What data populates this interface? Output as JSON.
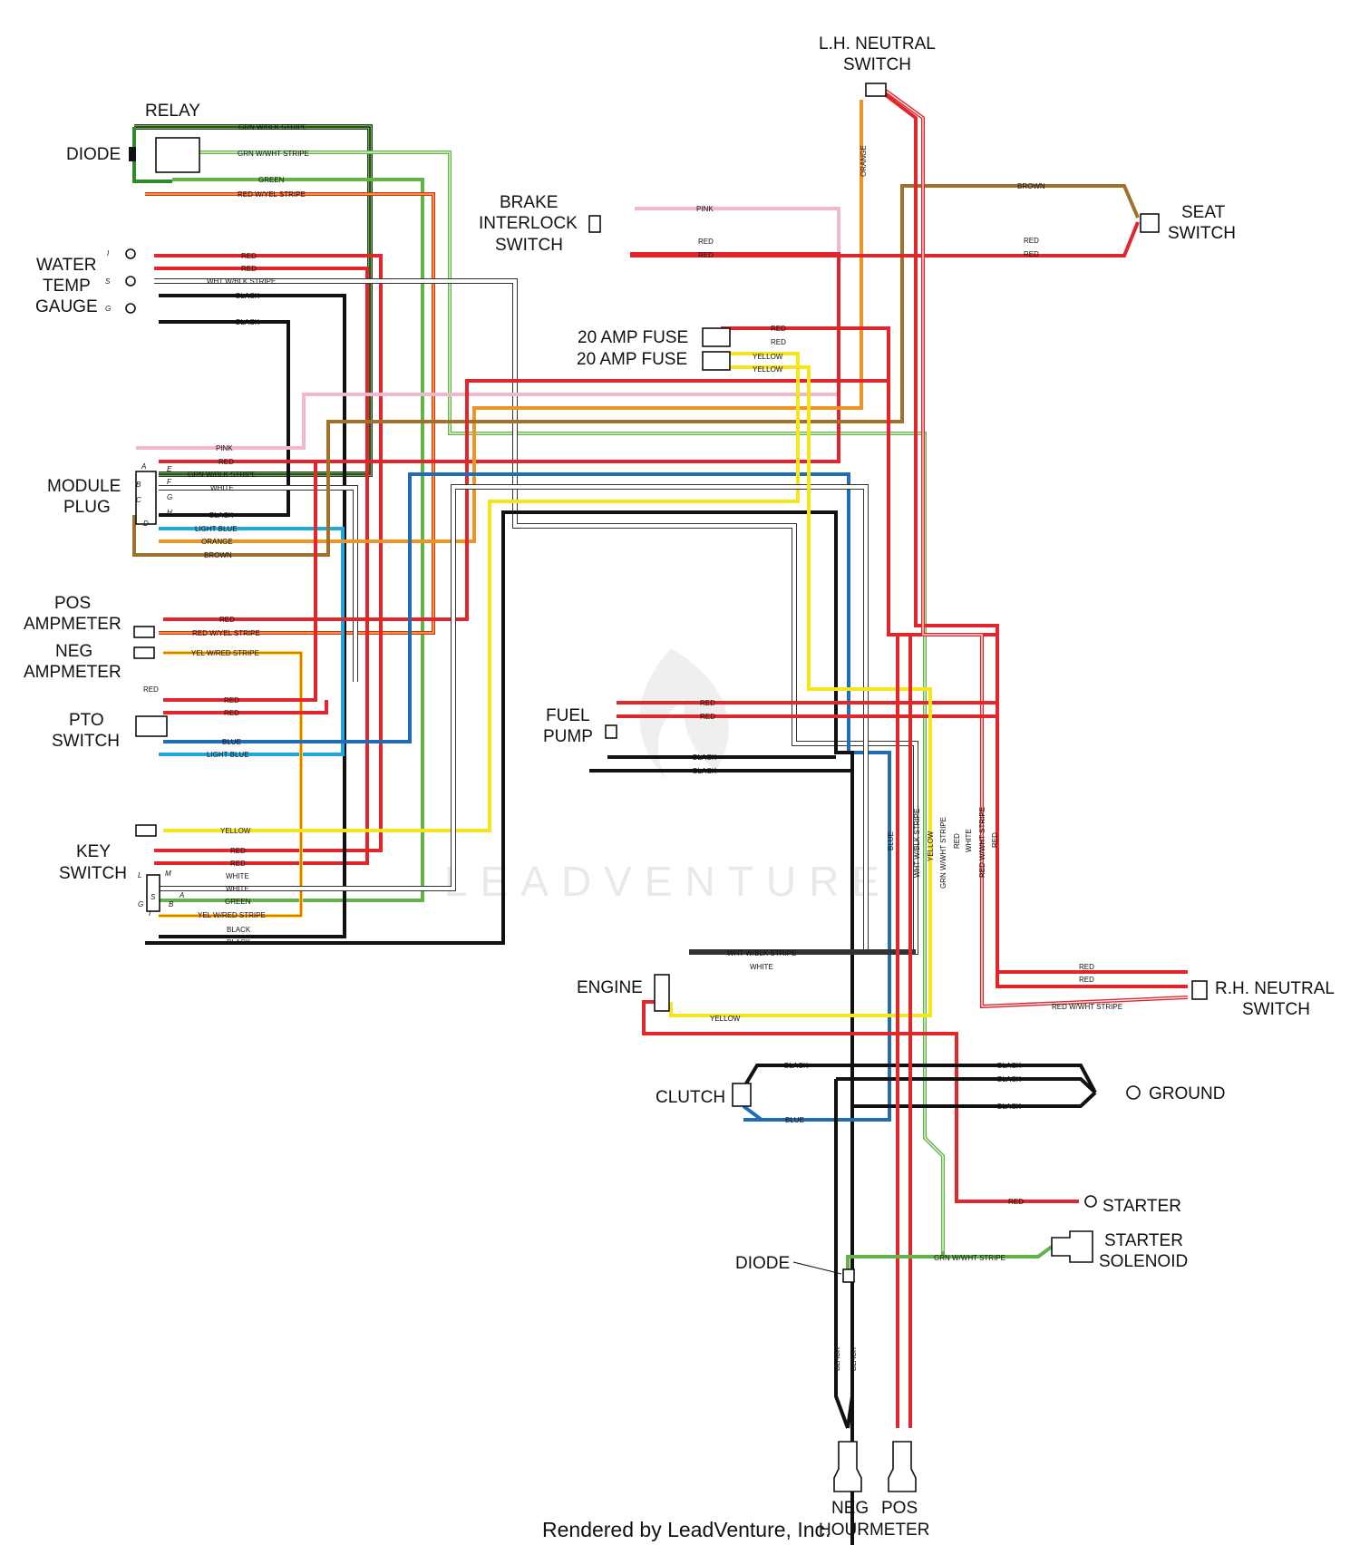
{
  "components": {
    "relay": "RELAY",
    "diode_relay": "DIODE",
    "water_temp_1": "WATER",
    "water_temp_2": "TEMP",
    "water_temp_3": "GAUGE",
    "module_plug_1": "MODULE",
    "module_plug_2": "PLUG",
    "pos_ammeter_1": "POS",
    "pos_ammeter_2": "AMPMETER",
    "neg_ammeter_1": "NEG",
    "neg_ammeter_2": "AMPMETER",
    "pto_switch_1": "PTO",
    "pto_switch_2": "SWITCH",
    "key_switch_1": "KEY",
    "key_switch_2": "SWITCH",
    "lh_neutral_1": "L.H. NEUTRAL",
    "lh_neutral_2": "SWITCH",
    "brake_1": "BRAKE",
    "brake_2": "INTERLOCK",
    "brake_3": "SWITCH",
    "seat_1": "SEAT",
    "seat_2": "SWITCH",
    "fuse_1": "20 AMP FUSE",
    "fuse_2": "20 AMP FUSE",
    "fuel_pump_1": "FUEL",
    "fuel_pump_2": "PUMP",
    "engine": "ENGINE",
    "rh_neutral_1": "R.H. NEUTRAL",
    "rh_neutral_2": "SWITCH",
    "clutch": "CLUTCH",
    "ground": "GROUND",
    "starter": "STARTER",
    "solenoid_1": "STARTER",
    "solenoid_2": "SOLENOID",
    "diode_lower": "DIODE",
    "neg": "NEG",
    "pos": "POS",
    "hourmeter": "HOURMETER"
  },
  "pins": {
    "gauge_i": "I",
    "gauge_s": "S",
    "gauge_g": "G",
    "mod_a": "A",
    "mod_b": "B",
    "mod_c": "C",
    "mod_d": "D",
    "mod_e": "E",
    "mod_f": "F",
    "mod_g": "G",
    "mod_h": "H",
    "key_l": "L",
    "key_m": "M",
    "key_g": "G",
    "key_s": "S",
    "key_b": "B",
    "key_a": "A",
    "key_i": "I"
  },
  "wire_labels": {
    "relay_grn_blk": "GRN W/BLK STRIPE",
    "relay_grn_wht": "GRN W/WHT STRIPE",
    "relay_green": "GREEN",
    "relay_red_yel": "RED W/YEL STRIPE",
    "gauge_red_1": "RED",
    "gauge_red_2": "RED",
    "gauge_wht_blk": "WHT W/BLK STRIPE",
    "gauge_black_1": "BLACK",
    "gauge_black_2": "BLACK",
    "mod_pink": "PINK",
    "mod_red": "RED",
    "mod_grn_blk": "GRN W/BLK STRIPE",
    "mod_white": "WHITE",
    "mod_black": "BLACK",
    "mod_light_blue": "LIGHT BLUE",
    "mod_orange": "ORANGE",
    "mod_brown": "BROWN",
    "amp_red": "RED",
    "amp_red_yel": "RED W/YEL STRIPE",
    "amp_yel_red": "YEL W/RED STRIPE",
    "pto_red_1": "RED",
    "pto_red_2": "RED",
    "pto_red_3": "RED",
    "pto_blue": "BLUE",
    "pto_light_blue": "LIGHT BLUE",
    "key_yellow": "YELLOW",
    "key_red_1": "RED",
    "key_red_2": "RED",
    "key_white_1": "WHITE",
    "key_white_2": "WHITE",
    "key_green": "GREEN",
    "key_yel_red": "YEL W/RED STRIPE",
    "key_black_1": "BLACK",
    "key_black_2": "BLACK",
    "lh_orange": "ORANGE",
    "seat_brown": "BROWN",
    "brake_pink": "PINK",
    "brake_red_1": "RED",
    "brake_red_2": "RED",
    "seat_red_1": "RED",
    "seat_red_2": "RED",
    "fuse_red_1": "RED",
    "fuse_red_2": "RED",
    "fuse_yellow_1": "YELLOW",
    "fuse_yellow_2": "YELLOW",
    "pump_red_1": "RED",
    "pump_red_2": "RED",
    "pump_black_1": "BLACK",
    "pump_black_2": "BLACK",
    "v_blue": "BLUE",
    "v_wht_blk": "WHT W/BLK STRIPE",
    "v_yellow": "YELLOW",
    "v_grn_wht": "GRN W/WHT STRIPE",
    "v_red_1": "RED",
    "v_white": "WHITE",
    "v_red_wht": "RED W/WHT STRIPE",
    "v_red_2": "RED",
    "eng_wht_blk": "WHT W/BLK STRIPE",
    "eng_white": "WHITE",
    "eng_yellow": "YELLOW",
    "rh_red_1": "RED",
    "rh_red_2": "RED",
    "rh_red_wht": "RED W/WHT STRIPE",
    "clutch_black": "BLACK",
    "clutch_blue": "BLUE",
    "gnd_black_1": "BLACK",
    "gnd_black_2": "BLACK",
    "gnd_black_3": "BLACK",
    "starter_red": "RED",
    "sol_grn_wht": "GRN W/WHT STRIPE",
    "hm_black_1": "BLACK",
    "hm_black_2": "BLACK"
  },
  "colors": {
    "red": "#e3262b",
    "black": "#111111",
    "green": "#62b446",
    "dark_green": "#2f8a2a",
    "yellow": "#f6e51a",
    "orange": "#ef9322",
    "brown": "#a3702b",
    "pink": "#f2b6cf",
    "blue": "#1f6db5",
    "light_blue": "#1fa7df",
    "white": "#ffffff"
  },
  "footer": "Rendered by LeadVenture, Inc.",
  "watermark": "LEADVENTURE"
}
